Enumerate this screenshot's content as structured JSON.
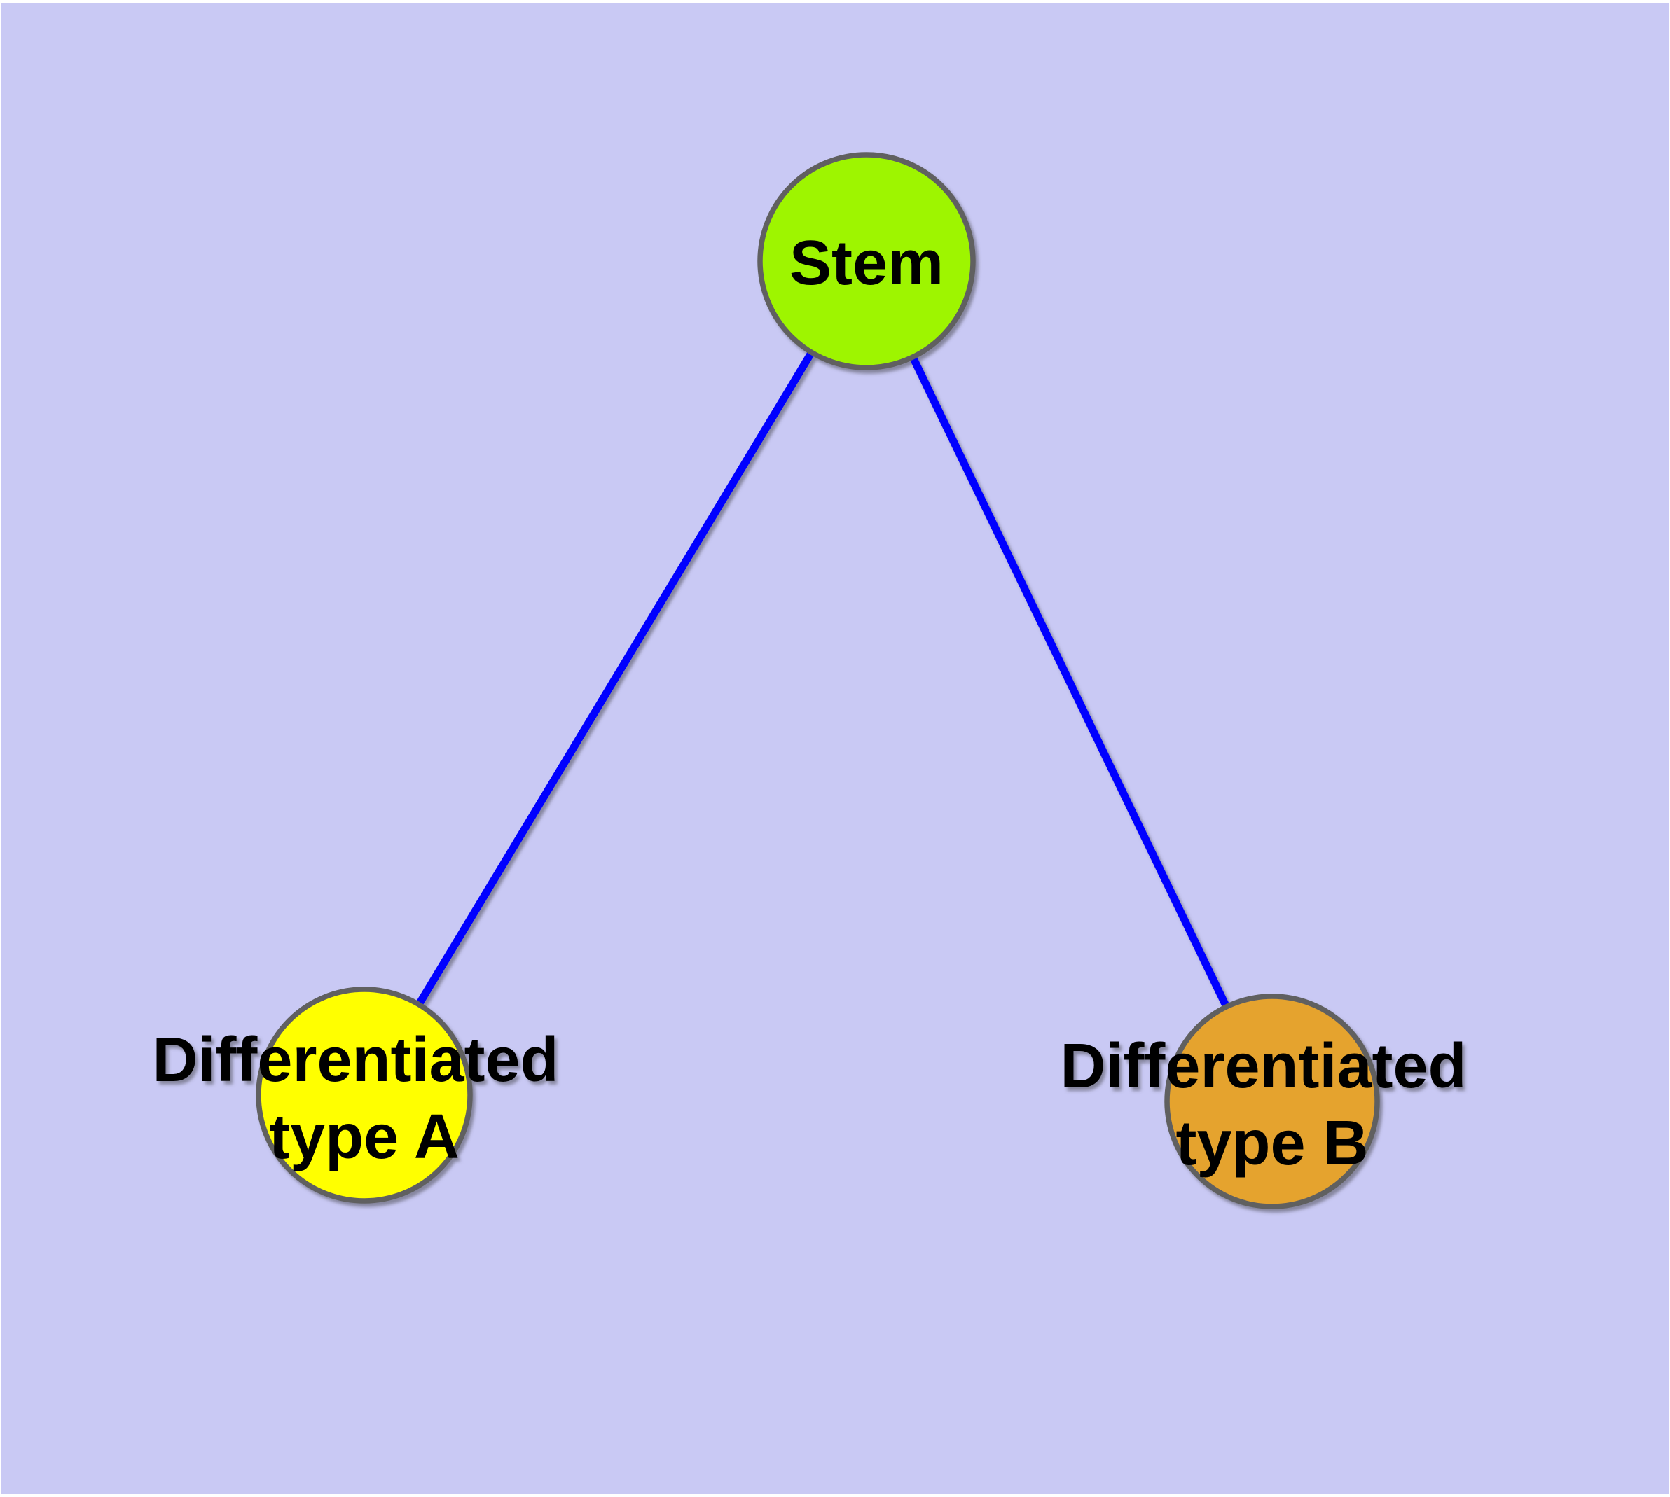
{
  "diagram": {
    "colors": {
      "background": "#C9C9F4",
      "frame": "#FFFFFF",
      "edge": "#0000FF",
      "node_border": "#606060",
      "label": "#000000"
    },
    "nodes": [
      {
        "id": "stem",
        "label": "Stem",
        "color": "#9EF500"
      },
      {
        "id": "type-a",
        "label": "Differentiated type A",
        "lines": [
          "Differentiated",
          "type A"
        ],
        "color": "#FFFF00"
      },
      {
        "id": "type-b",
        "label": "Differentiated type B",
        "lines": [
          "Differentiated",
          "type B"
        ],
        "color": "#E5A32F"
      }
    ],
    "edges": [
      {
        "from": "Stem",
        "to": "Differentiated type A"
      },
      {
        "from": "Stem",
        "to": "Differentiated type B"
      }
    ]
  }
}
